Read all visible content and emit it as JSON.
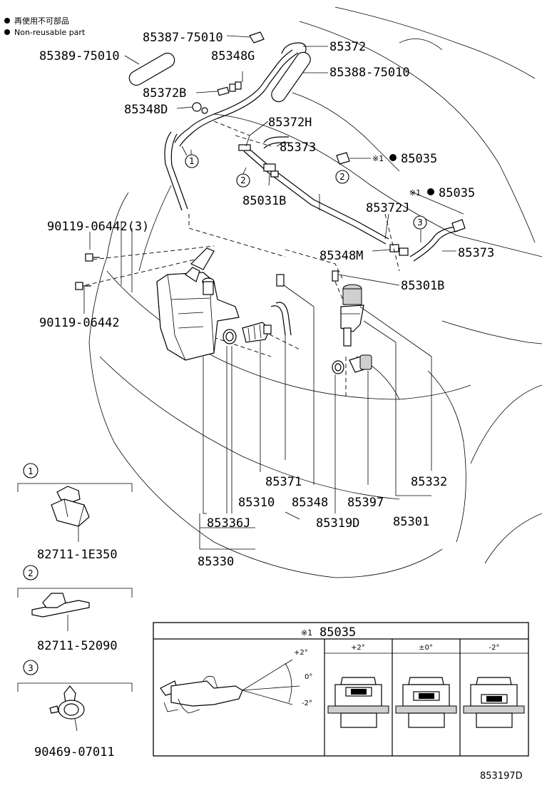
{
  "legend": {
    "japanese": "再使用不可部品",
    "english": "Non-reusable part"
  },
  "parts": {
    "p85387": "85387-75010",
    "p85389": "85389-75010",
    "p85348G": "85348G",
    "p85372": "85372",
    "p85388": "85388-75010",
    "p85372B": "85372B",
    "p85348D": "85348D",
    "p85372H": "85372H",
    "p85373a": "85373",
    "p85035a_prefix": "※1",
    "p85035a": "85035",
    "p85035b_prefix": "※1",
    "p85035b": "85035",
    "p85031B": "85031B",
    "p85372J": "85372J",
    "p90119_3": "90119-06442(3)",
    "p85348M": "85348M",
    "p85373b": "85373",
    "p85301B": "85301B",
    "p90119": "90119-06442",
    "p85371": "85371",
    "p85310": "85310",
    "p85348": "85348",
    "p85397": "85397",
    "p85332": "85332",
    "p85336J": "85336J",
    "p85319D": "85319D",
    "p85301": "85301",
    "p85330": "85330"
  },
  "callouts": {
    "c1": "1",
    "c2": "2",
    "c3": "3"
  },
  "clips": [
    {
      "num": "1",
      "part": "82711-1E350"
    },
    {
      "num": "2",
      "part": "82711-52090"
    },
    {
      "num": "3",
      "part": "90469-07011"
    }
  ],
  "inset": {
    "prefix": "※1",
    "title": "85035",
    "angle_labels": [
      "+2°",
      "0°",
      "-2°"
    ],
    "columns": [
      "+2°",
      "±0°",
      "-2°"
    ]
  },
  "footer": {
    "code": "853197D"
  }
}
